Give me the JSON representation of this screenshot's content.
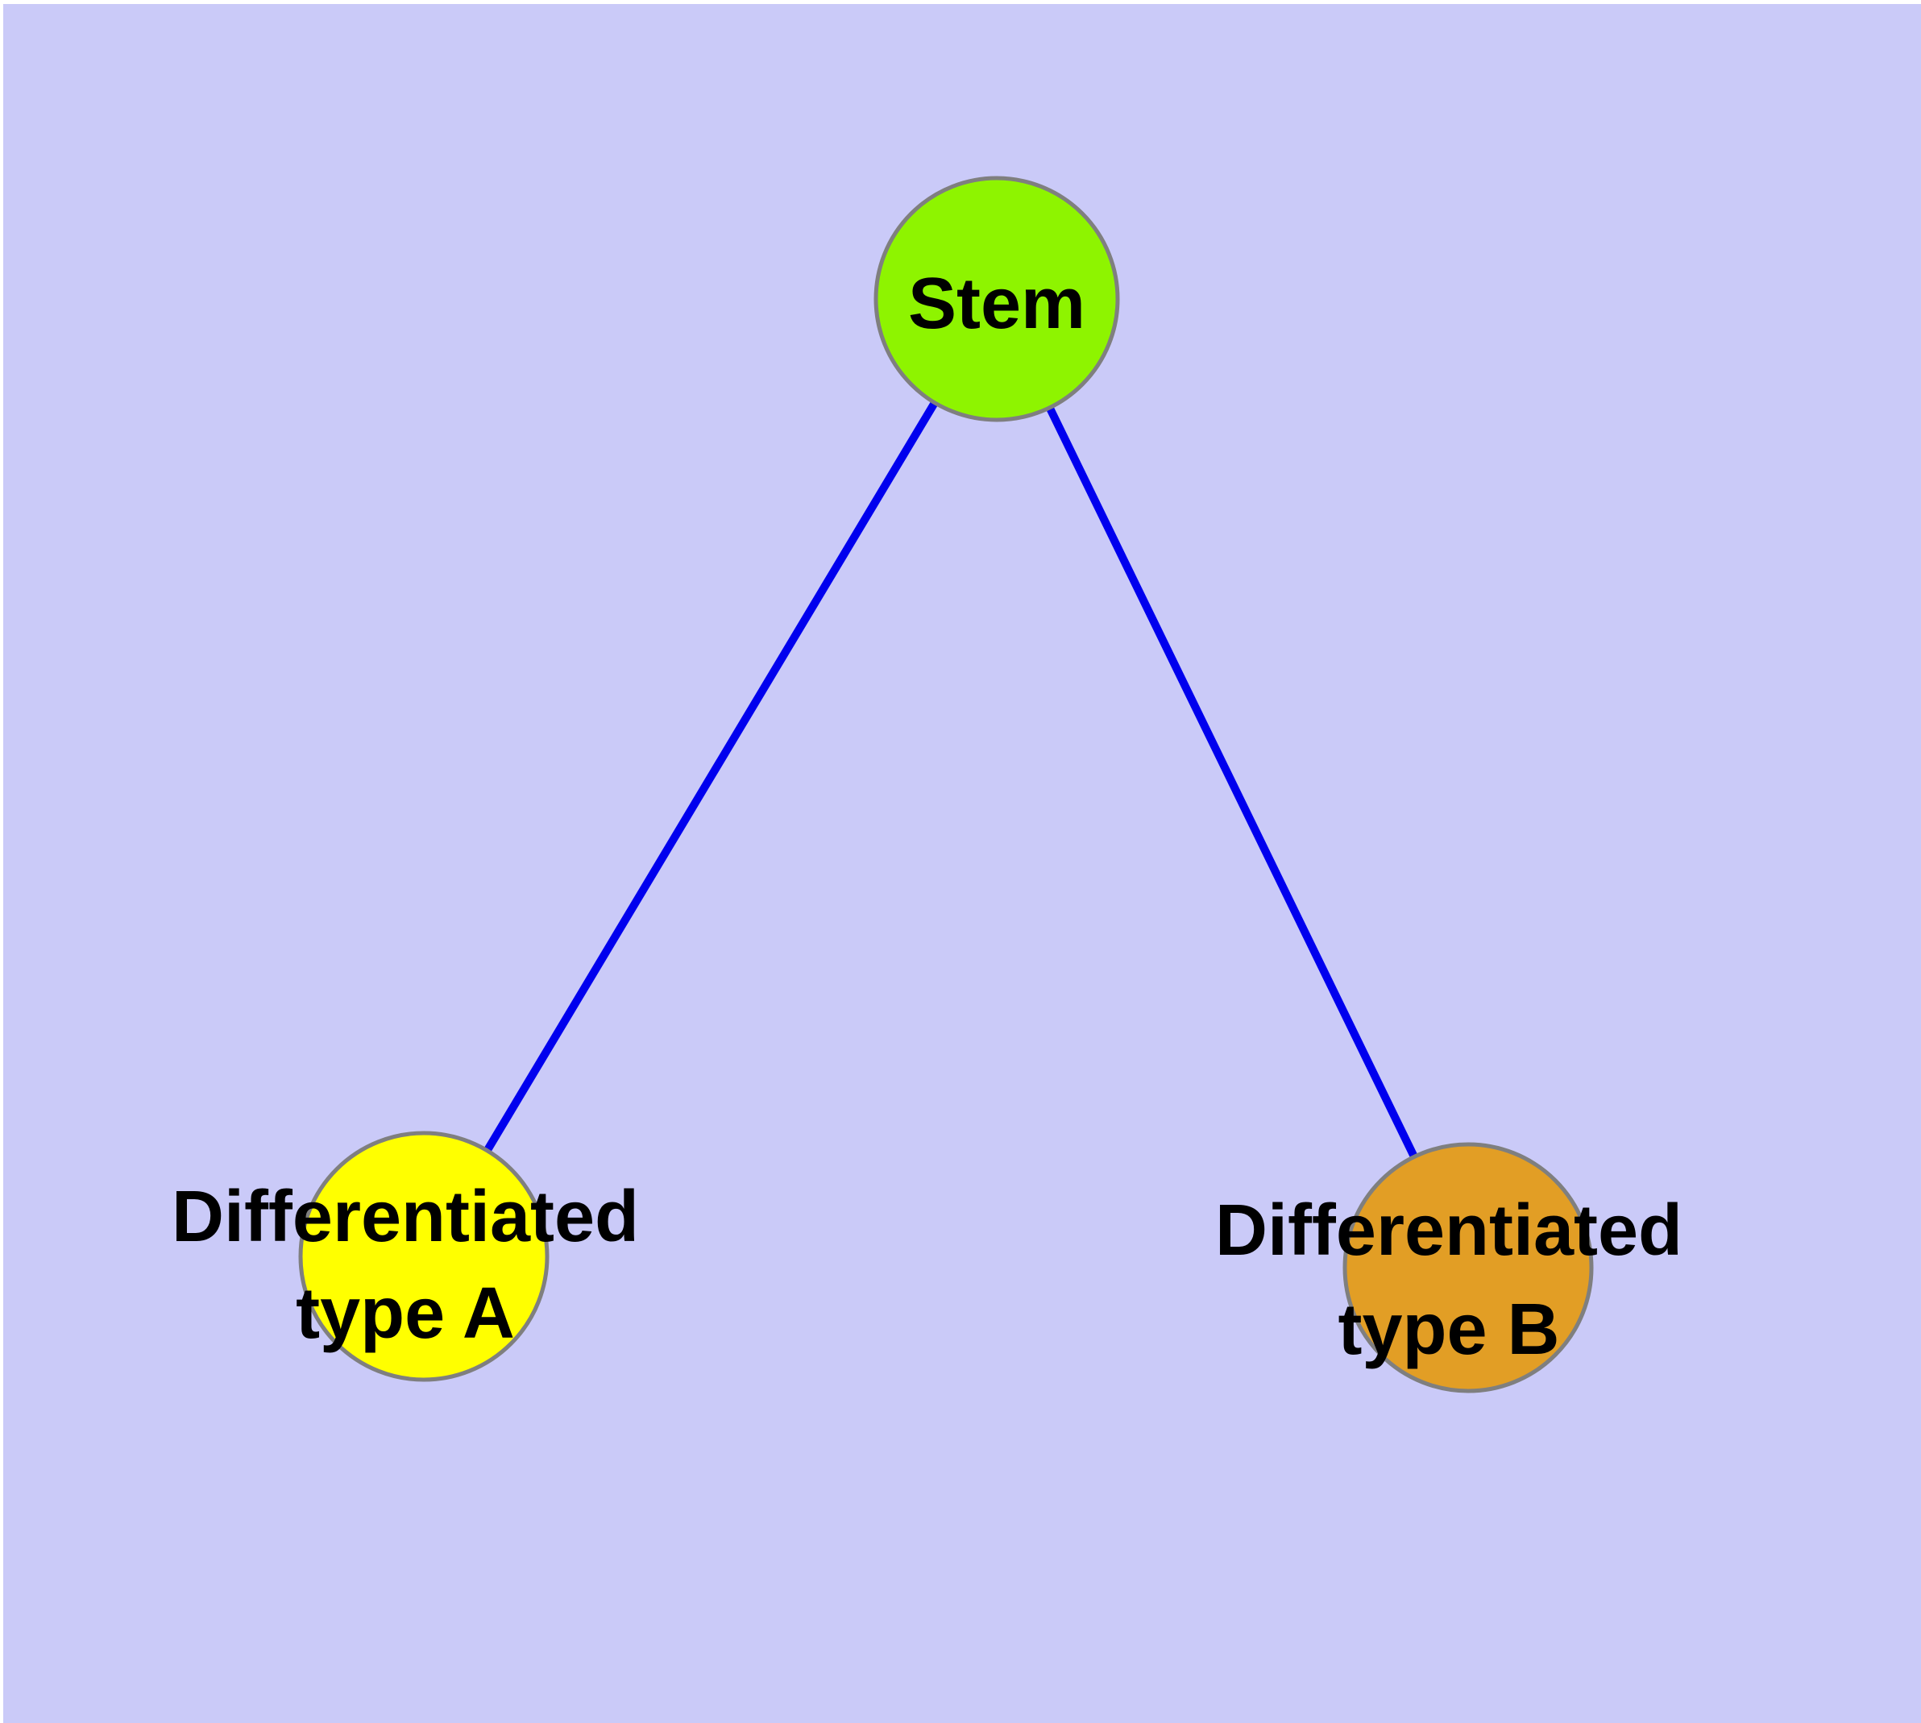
{
  "diagram": {
    "description": "Cell differentiation graph: a Stem node connected to two differentiated cell-type nodes",
    "colors": {
      "page_background": "#ffffff",
      "canvas_background": "#cacaf8",
      "edge": "#0000ee",
      "node_border": "#7f7f7f",
      "label_text": "#000000",
      "stem_fill": "#8ef400",
      "type_a_fill": "#ffff00",
      "type_b_fill": "#e29e25"
    },
    "nodes": [
      {
        "id": "stem",
        "label": "Stem",
        "fill": "#8ef400"
      },
      {
        "id": "differentiated-type-a",
        "label": "Differentiated type A",
        "label_lines": [
          "Differentiated",
          "type A"
        ],
        "fill": "#ffff00"
      },
      {
        "id": "differentiated-type-b",
        "label": "Differentiated type B",
        "label_lines": [
          "Differentiated",
          "type B"
        ],
        "fill": "#e29e25"
      }
    ],
    "edges": [
      {
        "from": "stem",
        "to": "differentiated-type-a"
      },
      {
        "from": "stem",
        "to": "differentiated-type-b"
      }
    ]
  }
}
